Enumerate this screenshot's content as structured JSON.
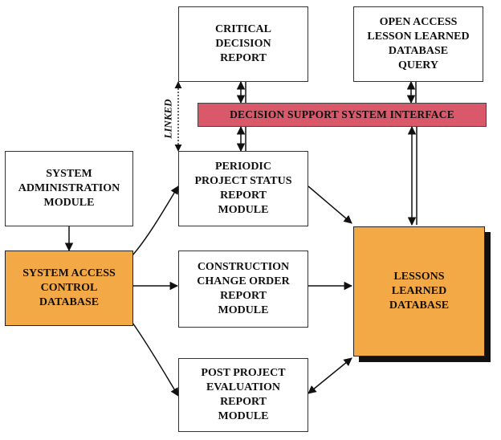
{
  "boxes": {
    "critical_decision_report": "CRITICAL\nDECISION\nREPORT",
    "open_access_query": "OPEN ACCESS\nLESSON LEARNED\nDATABASE\nQUERY",
    "dss_interface": "DECISION SUPPORT SYSTEM INTERFACE",
    "system_admin_module": "SYSTEM\nADMINISTRATION\nMODULE",
    "periodic_status_module": "PERIODIC\nPROJECT STATUS\nREPORT\nMODULE",
    "system_access_db": "SYSTEM ACCESS\nCONTROL\nDATABASE",
    "construction_change_module": "CONSTRUCTION\nCHANGE ORDER\nREPORT\nMODULE",
    "lessons_learned_db": "LESSONS\nLEARNED\nDATABASE",
    "post_project_module": "POST PROJECT\nEVALUATION\nREPORT\nMODULE"
  },
  "labels": {
    "linked": "LINKED"
  },
  "colors": {
    "orange": "#f2a946",
    "pink": "#d9596a"
  }
}
